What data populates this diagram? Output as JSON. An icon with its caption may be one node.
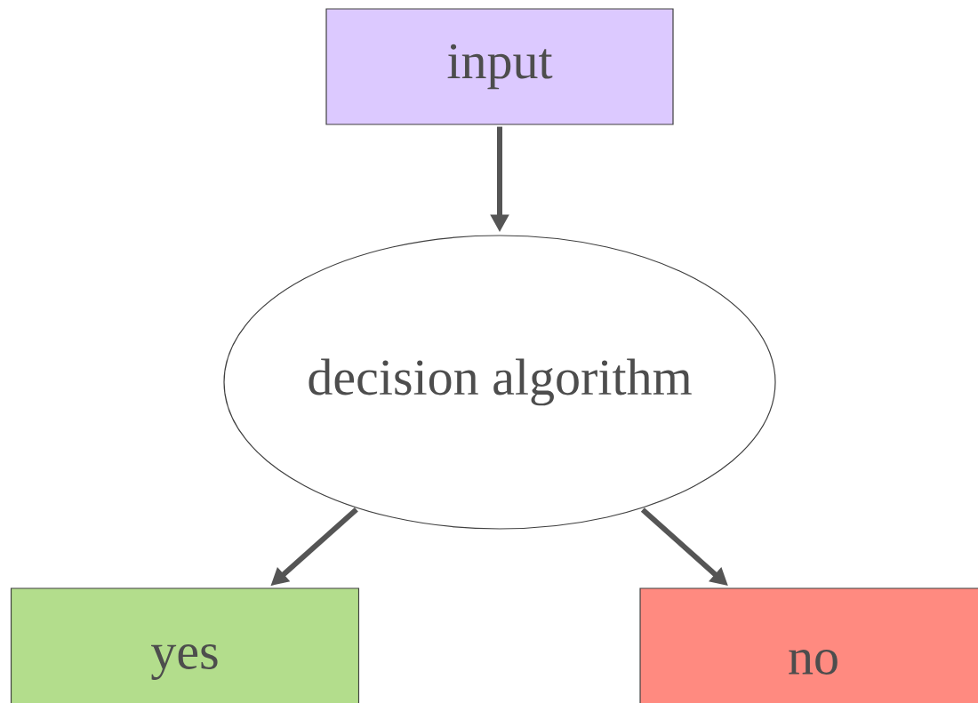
{
  "diagram": {
    "nodes": [
      {
        "text": [
          "input"
        ]
      },
      {
        "text": [
          "decision algorithm"
        ]
      },
      {
        "text": [
          "yes"
        ]
      },
      {
        "text": [
          "no"
        ]
      }
    ],
    "edges": [
      {
        "from": 0,
        "to": 1,
        "arrow": "to"
      },
      {
        "from": 1,
        "to": 2,
        "arrow": "to"
      },
      {
        "from": 1,
        "to": 3,
        "arrow": "to"
      }
    ]
  }
}
